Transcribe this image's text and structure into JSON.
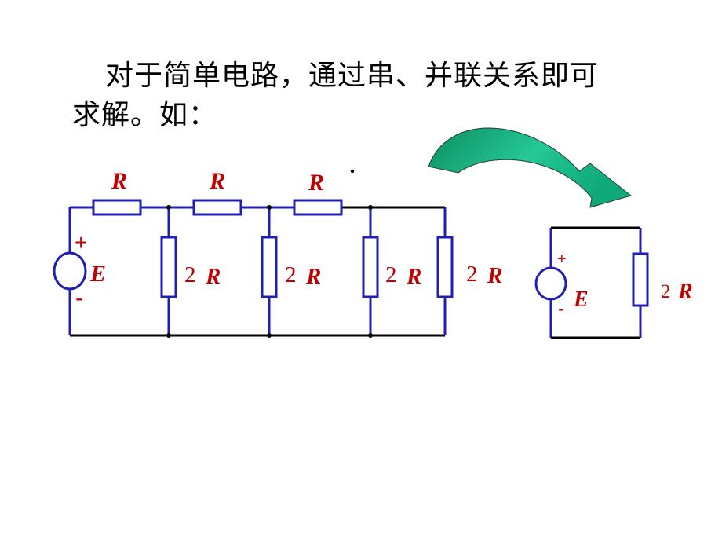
{
  "text": {
    "line1": "对于简单电路，通过串、并联关系即可",
    "line2": "求解。如："
  },
  "circuit_left": {
    "series_labels": [
      "R",
      "R",
      "R"
    ],
    "parallel_labels": [
      {
        "num": "2",
        "letter": "R"
      },
      {
        "num": "2",
        "letter": "R"
      },
      {
        "num": "2",
        "letter": "R"
      },
      {
        "num": "2",
        "letter": "R"
      }
    ],
    "source_label": "E",
    "plus": "+",
    "minus": "-"
  },
  "circuit_right": {
    "resistor_num": "2",
    "resistor_letter": "R",
    "source_label": "E",
    "plus": "+",
    "minus": "-"
  },
  "colors": {
    "wire_blue": "#1f1fb5",
    "wire_black": "#000000",
    "label_red": "#c00000",
    "arrow_green": "#1fbf8f"
  }
}
